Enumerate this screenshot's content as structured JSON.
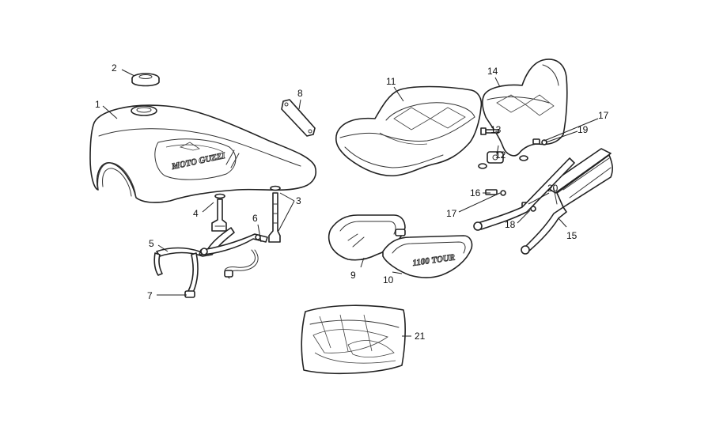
{
  "diagram": {
    "callouts": [
      "1",
      "2",
      "3",
      "4",
      "5",
      "6",
      "7",
      "8",
      "9",
      "10",
      "11",
      "12",
      "13",
      "14",
      "15",
      "16",
      "17",
      "17",
      "18",
      "19",
      "20",
      "21"
    ]
  },
  "branding": {
    "tank_logo": "MOTO GUZZI",
    "side_cover_logo": "1100 TOUR"
  },
  "colors": {
    "line": "#222222",
    "background": "#ffffff"
  }
}
